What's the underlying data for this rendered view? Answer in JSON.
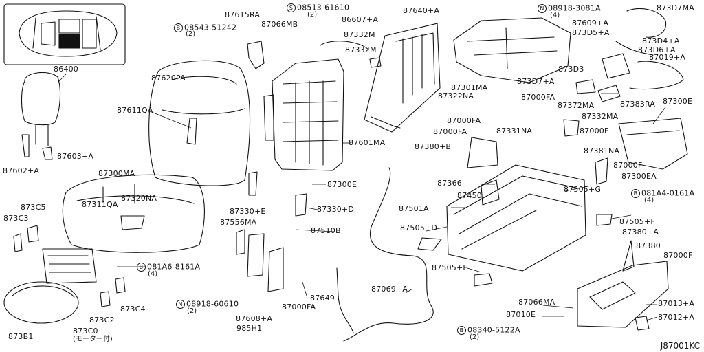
{
  "diagram_id": "J87001KC",
  "locator_map": {
    "label": "vehicle-seat-location-map"
  },
  "parts": [
    {
      "id": "p1",
      "text": "87615RA",
      "mark": ""
    },
    {
      "id": "p2",
      "text": "08513-61610",
      "mark": "S",
      "qty": "(2)"
    },
    {
      "id": "p3",
      "text": "86607+A",
      "mark": ""
    },
    {
      "id": "p4",
      "text": "87640+A",
      "mark": ""
    },
    {
      "id": "p5",
      "text": "08918-3081A",
      "mark": "N",
      "qty": "(4)"
    },
    {
      "id": "p6",
      "text": "873D7MA",
      "mark": ""
    },
    {
      "id": "p7",
      "text": "08543-51242",
      "mark": "B",
      "qty": "(2)"
    },
    {
      "id": "p8",
      "text": "87066MB",
      "mark": ""
    },
    {
      "id": "p9",
      "text": "87332M",
      "mark": ""
    },
    {
      "id": "p10",
      "text": "87332M",
      "mark": ""
    },
    {
      "id": "p11",
      "text": "87609+A",
      "mark": ""
    },
    {
      "id": "p12",
      "text": "873D5+A",
      "mark": ""
    },
    {
      "id": "p13",
      "text": "873D4+A",
      "mark": ""
    },
    {
      "id": "p14",
      "text": "873D6+A",
      "mark": ""
    },
    {
      "id": "p15",
      "text": "87019+A",
      "mark": ""
    },
    {
      "id": "p16",
      "text": "86400",
      "mark": ""
    },
    {
      "id": "p17",
      "text": "87620PA",
      "mark": ""
    },
    {
      "id": "p18",
      "text": "873D3",
      "mark": ""
    },
    {
      "id": "p19",
      "text": "87301MA",
      "mark": ""
    },
    {
      "id": "p20",
      "text": "873D7+A",
      "mark": ""
    },
    {
      "id": "p21",
      "text": "87322NA",
      "mark": ""
    },
    {
      "id": "p22",
      "text": "87000FA",
      "mark": ""
    },
    {
      "id": "p23",
      "text": "87383RA",
      "mark": ""
    },
    {
      "id": "p24",
      "text": "87300E",
      "mark": ""
    },
    {
      "id": "p25",
      "text": "87611QA",
      "mark": ""
    },
    {
      "id": "p26",
      "text": "87372MA",
      "mark": ""
    },
    {
      "id": "p27",
      "text": "87000FA",
      "mark": ""
    },
    {
      "id": "p28",
      "text": "87332MA",
      "mark": ""
    },
    {
      "id": "p29",
      "text": "87000FA",
      "mark": ""
    },
    {
      "id": "p30",
      "text": "87331NA",
      "mark": ""
    },
    {
      "id": "p31",
      "text": "87000F",
      "mark": ""
    },
    {
      "id": "p32",
      "text": "87601MA",
      "mark": ""
    },
    {
      "id": "p33",
      "text": "87380+B",
      "mark": ""
    },
    {
      "id": "p34",
      "text": "87381NA",
      "mark": ""
    },
    {
      "id": "p35",
      "text": "87602+A",
      "mark": ""
    },
    {
      "id": "p36",
      "text": "87603+A",
      "mark": ""
    },
    {
      "id": "p37",
      "text": "87000F",
      "mark": ""
    },
    {
      "id": "p38",
      "text": "87300MA",
      "mark": ""
    },
    {
      "id": "p39",
      "text": "87300EA",
      "mark": ""
    },
    {
      "id": "p40",
      "text": "87300E",
      "mark": ""
    },
    {
      "id": "p41",
      "text": "87366",
      "mark": ""
    },
    {
      "id": "p42",
      "text": "87505+G",
      "mark": ""
    },
    {
      "id": "p43",
      "text": "081A4-0161A",
      "mark": "B",
      "qty": "(4)"
    },
    {
      "id": "p44",
      "text": "87311QA",
      "mark": ""
    },
    {
      "id": "p45",
      "text": "87320NA",
      "mark": ""
    },
    {
      "id": "p46",
      "text": "87450",
      "mark": ""
    },
    {
      "id": "p47",
      "text": "873C5",
      "mark": ""
    },
    {
      "id": "p48",
      "text": "87330+E",
      "mark": ""
    },
    {
      "id": "p49",
      "text": "87330+D",
      "mark": ""
    },
    {
      "id": "p50",
      "text": "87501A",
      "mark": ""
    },
    {
      "id": "p51",
      "text": "873C3",
      "mark": ""
    },
    {
      "id": "p52",
      "text": "87556MA",
      "mark": ""
    },
    {
      "id": "p53",
      "text": "87505+F",
      "mark": ""
    },
    {
      "id": "p54",
      "text": "87510B",
      "mark": ""
    },
    {
      "id": "p55",
      "text": "87505+D",
      "mark": ""
    },
    {
      "id": "p56",
      "text": "87380+A",
      "mark": ""
    },
    {
      "id": "p57",
      "text": "87380",
      "mark": ""
    },
    {
      "id": "p58",
      "text": "081A6-8161A",
      "mark": "B",
      "qty": "(4)"
    },
    {
      "id": "p59",
      "text": "87505+E",
      "mark": ""
    },
    {
      "id": "p60",
      "text": "87000F",
      "mark": ""
    },
    {
      "id": "p61",
      "text": "08918-60610",
      "mark": "N",
      "qty": "(2)"
    },
    {
      "id": "p62",
      "text": "87000FA",
      "mark": ""
    },
    {
      "id": "p63",
      "text": "87649",
      "mark": ""
    },
    {
      "id": "p64",
      "text": "87069+A",
      "mark": ""
    },
    {
      "id": "p65",
      "text": "87066MA",
      "mark": ""
    },
    {
      "id": "p66",
      "text": "87013+A",
      "mark": ""
    },
    {
      "id": "p67",
      "text": "873C4",
      "mark": ""
    },
    {
      "id": "p68",
      "text": "873C2",
      "mark": ""
    },
    {
      "id": "p69",
      "text": "87608+A",
      "mark": ""
    },
    {
      "id": "p70",
      "text": "87010E",
      "mark": ""
    },
    {
      "id": "p71",
      "text": "985H1",
      "mark": ""
    },
    {
      "id": "p72",
      "text": "873B1",
      "mark": ""
    },
    {
      "id": "p73",
      "text": "873C0",
      "mark": "",
      "qty": "(モーター付)"
    },
    {
      "id": "p74",
      "text": "08340-5122A",
      "mark": "B",
      "qty": "(2)"
    },
    {
      "id": "p75",
      "text": "87012+A",
      "mark": ""
    }
  ]
}
